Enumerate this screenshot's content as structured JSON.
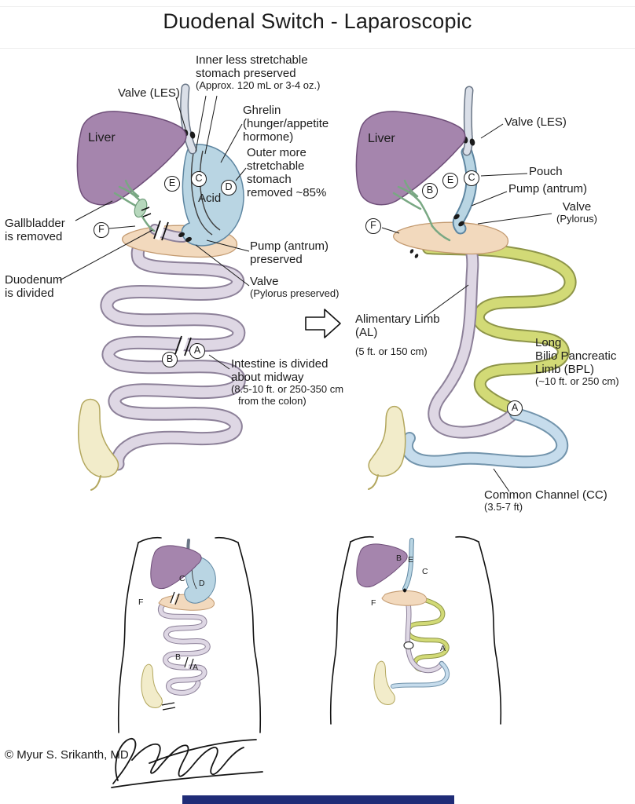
{
  "title": "Duodenal Switch - Laparoscopic",
  "copyright": "© Myur S. Srikanth, MD",
  "left": {
    "liver": "Liver",
    "acid": "Acid",
    "valve_les": "Valve (LES)",
    "inner_stomach": {
      "l1": "Inner less stretchable",
      "l2": "stomach preserved",
      "l3": "(Approx. 120 mL or 3-4 oz.)"
    },
    "ghrelin": {
      "l1": "Ghrelin",
      "l2": "(hunger/appetite",
      "l3": "hormone)"
    },
    "outer_stomach": {
      "l1": "Outer more",
      "l2": "stretchable",
      "l3": "stomach",
      "l4": "removed ~85%"
    },
    "gallbladder": {
      "l1": "Gallbladder",
      "l2": "is removed"
    },
    "duodenum": {
      "l1": "Duodenum",
      "l2": "is divided"
    },
    "pump": {
      "l1": "Pump (antrum)",
      "l2": "preserved"
    },
    "valve_pylorus": {
      "l1": "Valve",
      "l2": "(Pylorus preserved)"
    },
    "intestine": {
      "l1": "Intestine is divided",
      "l2": "about midway",
      "l3": "(8.5-10 ft. or 250-350 cm",
      "l4": "from the colon)"
    },
    "markers": {
      "E": "E",
      "C": "C",
      "D": "D",
      "F": "F",
      "B": "B",
      "A": "A"
    }
  },
  "right": {
    "liver": "Liver",
    "valve_les": "Valve (LES)",
    "pouch": "Pouch",
    "pump": "Pump (antrum)",
    "valve_pylorus": {
      "l1": "Valve",
      "l2": "(Pylorus)"
    },
    "alimentary": {
      "l1": "Alimentary Limb",
      "l2": "(AL)",
      "l3": "(5 ft. or 150 cm)"
    },
    "bpl": {
      "l1": "Long",
      "l2": "Bilio Pancreatic",
      "l3": "Limb (BPL)",
      "l4": "(~10 ft. or 250 cm)"
    },
    "common_channel": {
      "l1": "Common Channel (CC)",
      "l2": "(3.5-7 ft)"
    },
    "markers": {
      "B": "B",
      "E": "E",
      "C": "C",
      "F": "F",
      "A": "A"
    }
  },
  "mini_left": {
    "C": "C",
    "D": "D",
    "F": "F",
    "B": "B",
    "A": "A"
  },
  "mini_right": {
    "B": "B",
    "E": "E",
    "C": "C",
    "F": "F",
    "A": "A"
  },
  "colors": {
    "liver": "#a585ad",
    "stomach": "#b9d5e3",
    "intestine": "#ded7e4",
    "bpl": "#d2da76",
    "common": "#c6dcec",
    "colon": "#f2ecca",
    "pancreas": "#f2d9bd",
    "ducts": "#b7d8bd",
    "footer_bar": "#1f2c77"
  }
}
